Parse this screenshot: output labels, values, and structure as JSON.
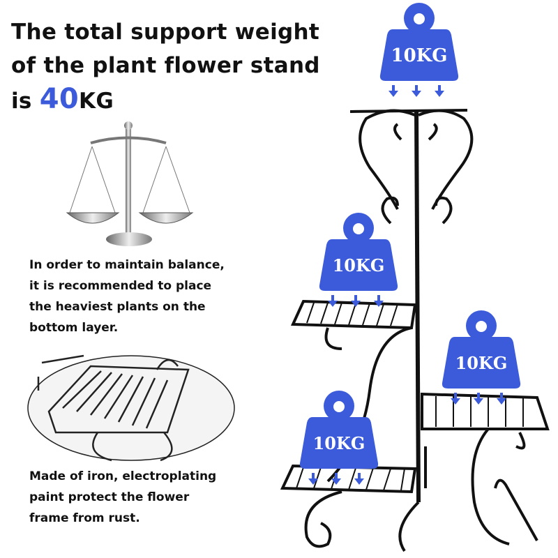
{
  "headline": {
    "line1": "The total support weight",
    "line2": "of the plant flower stand",
    "prefix": "is ",
    "total_value": "40",
    "total_unit": "KG"
  },
  "balance_note": {
    "line1": "In order to maintain balance,",
    "line2": "it is recommended to place",
    "line3": "the heaviest plants on the",
    "line4": "bottom layer."
  },
  "material_note": {
    "line1": "Made of iron, electroplating",
    "line2": "paint protect the flower",
    "line3": "frame from rust."
  },
  "weights": [
    {
      "label": "10KG"
    },
    {
      "label": "10KG"
    },
    {
      "label": "10KG"
    },
    {
      "label": "10KG"
    }
  ],
  "colors": {
    "accent": "#3b5bdb",
    "text": "#111111",
    "iron": "#111111"
  }
}
